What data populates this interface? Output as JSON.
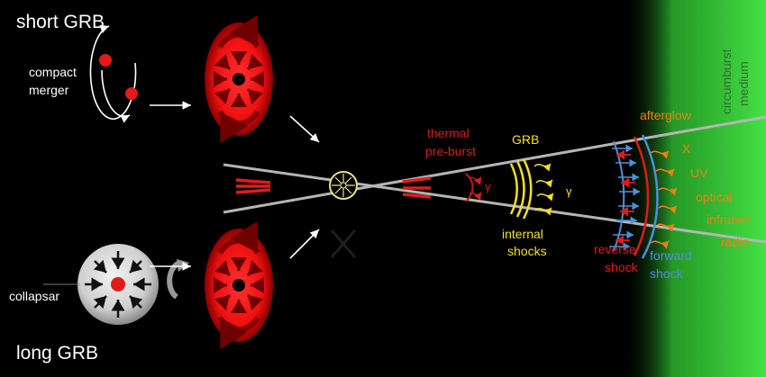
{
  "labels": {
    "short_grb": "short GRB",
    "compact_merger_1": "compact",
    "compact_merger_2": "merger",
    "collapsar": "collapsar",
    "long_grb": "long GRB",
    "thermal_1": "thermal",
    "thermal_2": "pre-burst",
    "gamma_thermal": "γ",
    "grb": "GRB",
    "gamma_grb": "γ",
    "internal_1": "internal",
    "internal_2": "shocks",
    "afterglow": "afterglow",
    "x": "X",
    "uv": "UV",
    "optical": "optical",
    "infrared": "infrared",
    "radio": "radio",
    "reverse_1": "reverse",
    "reverse_2": "shock",
    "forward_1": "forward",
    "forward_2": "shock",
    "circumburst_1": "circumburst",
    "circumburst_2": "medium"
  },
  "colors": {
    "background": "#000000",
    "medium_green": "#3fe23f",
    "red": "#e31a1a",
    "yellow": "#f2e01f",
    "orange": "#f07f14",
    "blue": "#4f8fd8",
    "white": "#ffffff",
    "grey_line": "#b0b0b0",
    "medium_text": "#356b35"
  }
}
